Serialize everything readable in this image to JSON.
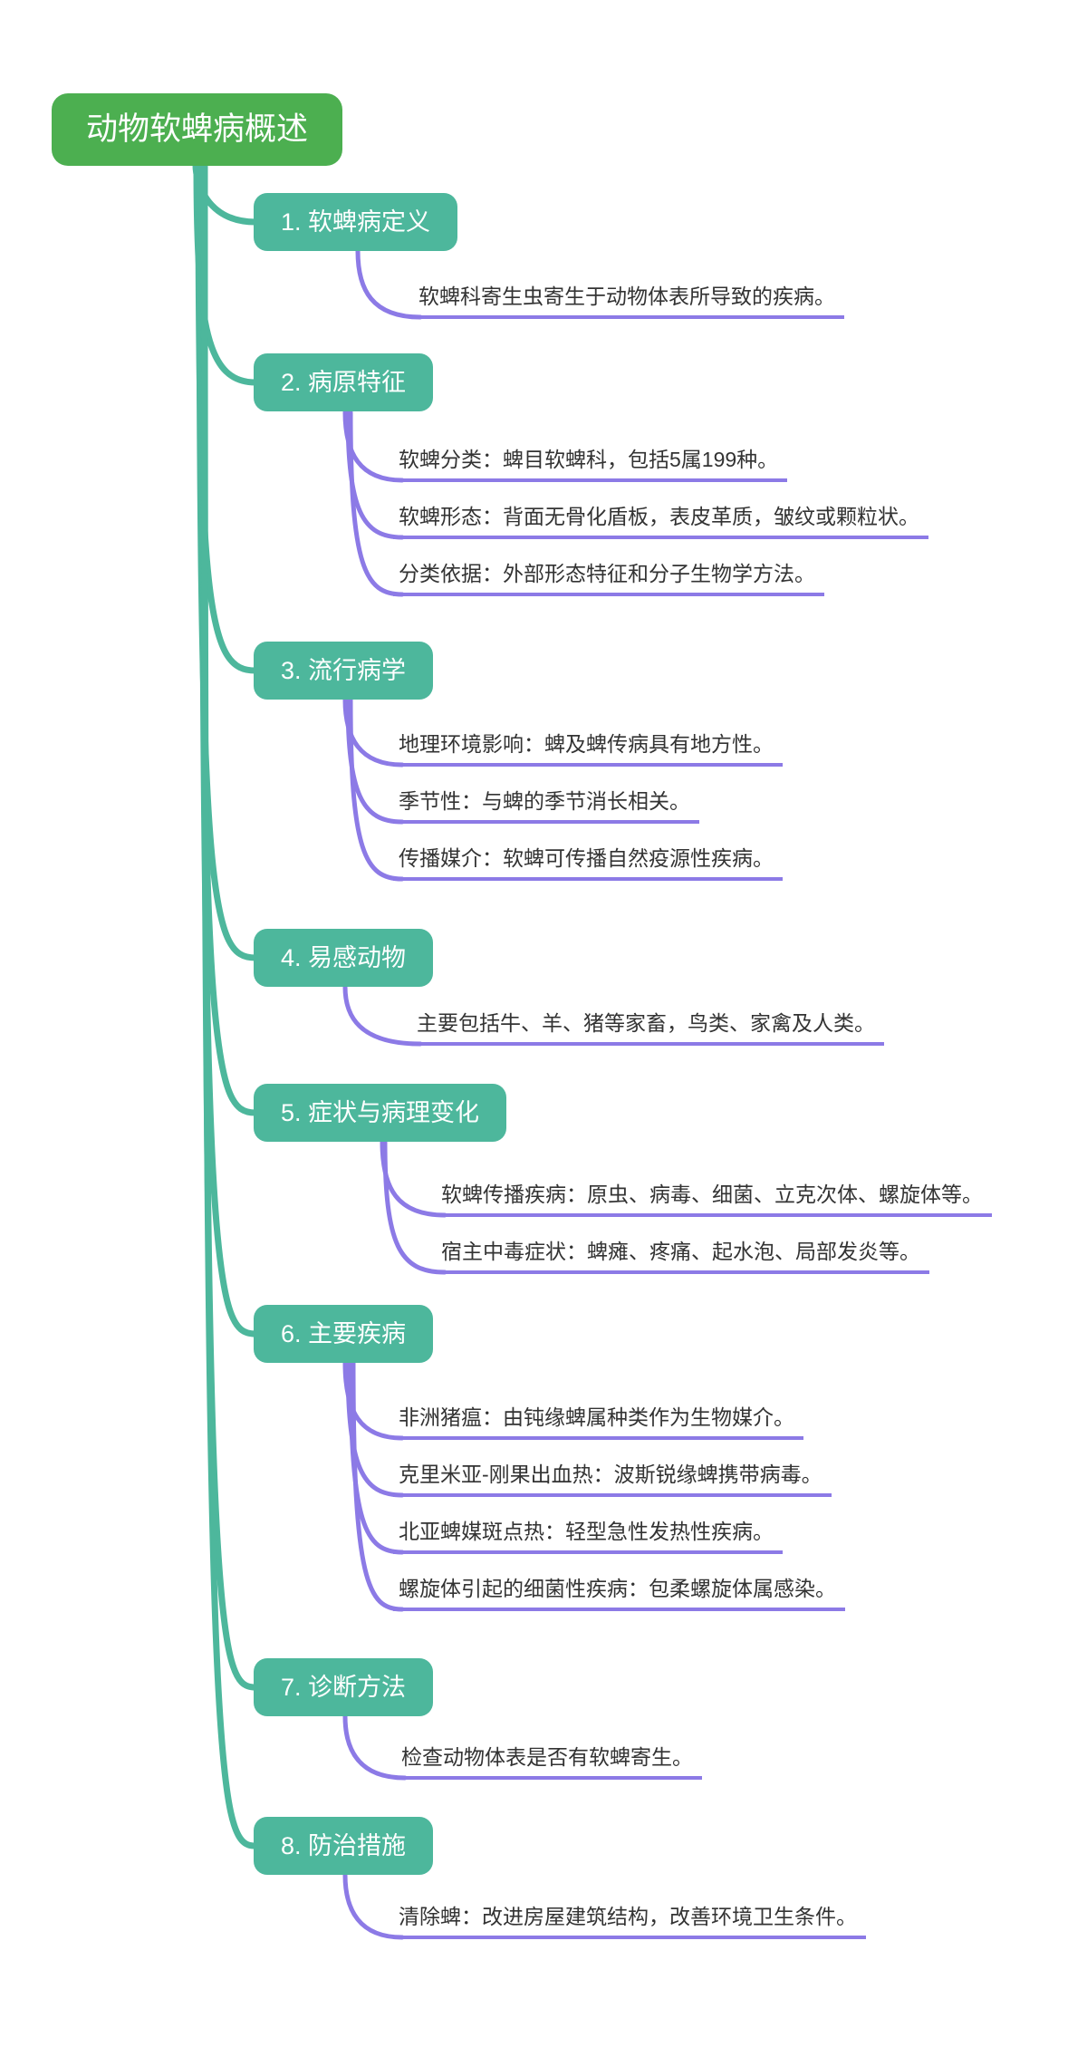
{
  "mindmap": {
    "root": "动物软蜱病概述",
    "branches": [
      {
        "label": "1. 软蜱病定义",
        "leaves": [
          "软蜱科寄生虫寄生于动物体表所导致的疾病。"
        ]
      },
      {
        "label": "2. 病原特征",
        "leaves": [
          "软蜱分类：蜱目软蜱科，包括5属199种。",
          "软蜱形态：背面无骨化盾板，表皮革质，皱纹或颗粒状。",
          "分类依据：外部形态特征和分子生物学方法。"
        ]
      },
      {
        "label": "3. 流行病学",
        "leaves": [
          "地理环境影响：蜱及蜱传病具有地方性。",
          "季节性：与蜱的季节消长相关。",
          "传播媒介：软蜱可传播自然疫源性疾病。"
        ]
      },
      {
        "label": "4. 易感动物",
        "leaves": [
          "主要包括牛、羊、猪等家畜，鸟类、家禽及人类。"
        ]
      },
      {
        "label": "5. 症状与病理变化",
        "leaves": [
          "软蜱传播疾病：原虫、病毒、细菌、立克次体、螺旋体等。",
          "宿主中毒症状：蜱瘫、疼痛、起水泡、局部发炎等。"
        ]
      },
      {
        "label": "6. 主要疾病",
        "leaves": [
          "非洲猪瘟：由钝缘蜱属种类作为生物媒介。",
          "克里米亚-刚果出血热：波斯锐缘蜱携带病毒。",
          "北亚蜱媒斑点热：轻型急性发热性疾病。",
          "螺旋体引起的细菌性疾病：包柔螺旋体属感染。"
        ]
      },
      {
        "label": "7. 诊断方法",
        "leaves": [
          "检查动物体表是否有软蜱寄生。"
        ]
      },
      {
        "label": "8. 防治措施",
        "leaves": [
          "清除蜱：改进房屋建筑结构，改善环境卫生条件。"
        ]
      }
    ],
    "colors": {
      "root_bg": "#4CAF50",
      "branch_bg": "#4DB79C",
      "link_green": "#4DB79C",
      "link_purple": "#8C7AE6",
      "leaf_text": "#333333",
      "node_text": "#FFFFFF"
    }
  }
}
